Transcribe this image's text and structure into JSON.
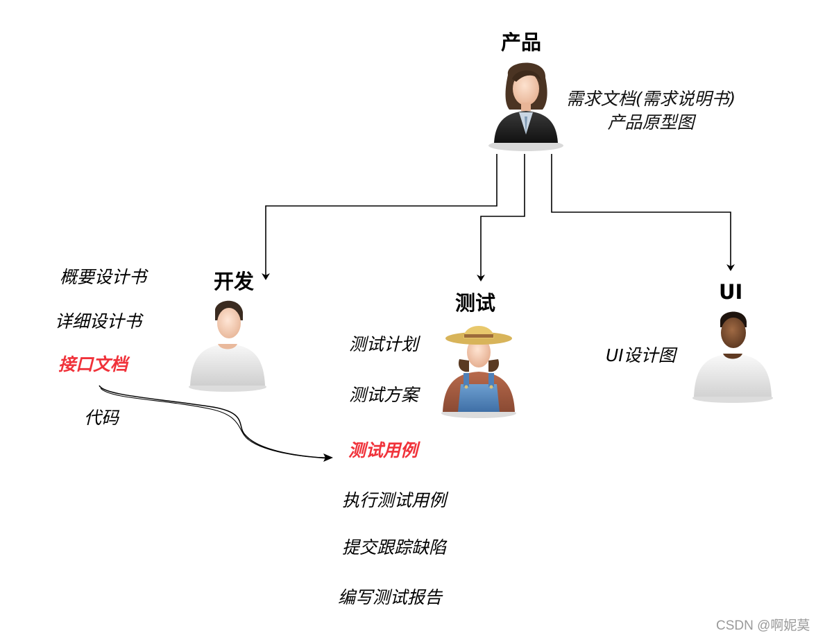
{
  "roles": {
    "product": {
      "label": "产品",
      "docs": [
        "需求文档(需求说明书)",
        "产品原型图"
      ]
    },
    "dev": {
      "label": "开发",
      "docs": [
        "概要设计书",
        "详细设计书",
        "接口文档",
        "代码"
      ]
    },
    "test": {
      "label": "测试",
      "docs": [
        "测试计划",
        "测试方案",
        "测试用例",
        "执行测试用例",
        "提交跟踪缺陷",
        "编写测试报告"
      ]
    },
    "ui": {
      "label": "UI",
      "docs": [
        "UI设计图"
      ]
    }
  },
  "highlighted_docs": [
    "接口文档",
    "测试用例"
  ],
  "edges": [
    {
      "from": "产品",
      "to": "开发"
    },
    {
      "from": "产品",
      "to": "测试"
    },
    {
      "from": "产品",
      "to": "UI"
    },
    {
      "from": "接口文档",
      "to": "测试用例"
    }
  ],
  "colors": {
    "highlight": "#f0323a",
    "arrow": "#000000",
    "text": "#000000"
  },
  "icons": [
    "businesswoman-avatar-icon",
    "developer-avatar-icon",
    "tester-farmer-avatar-icon",
    "designer-avatar-icon"
  ],
  "watermark": "CSDN @啊妮莫"
}
